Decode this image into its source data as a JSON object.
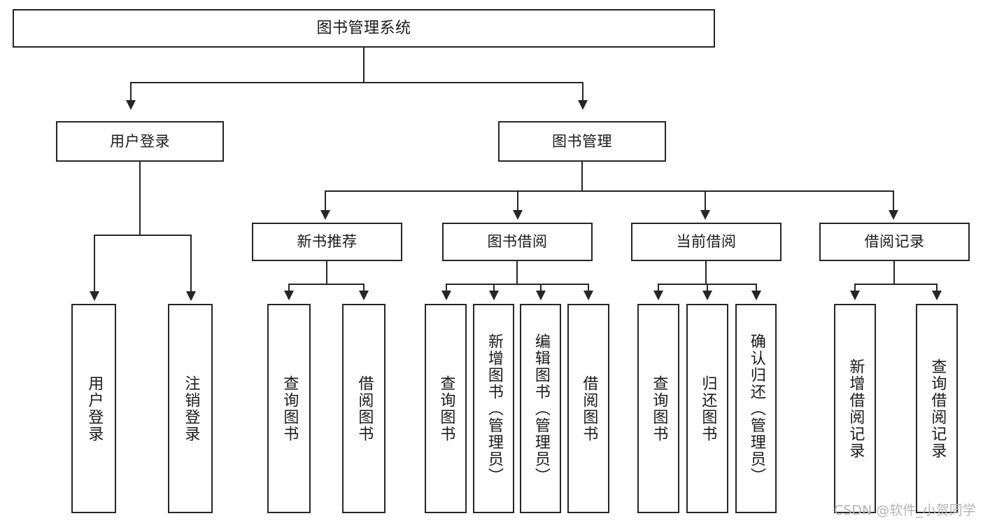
{
  "diagram": {
    "type": "tree-hierarchy-chart",
    "title": "图书管理系统",
    "watermark": "CSDN @软件_小贺同学",
    "colors": {
      "stroke": "#262626",
      "fill": "#ffffff",
      "text": "#1a1a1a",
      "watermark": "#b4b4b4"
    },
    "levels": {
      "root": {
        "label": "图书管理系统"
      },
      "level2": [
        {
          "id": "user-login",
          "label": "用户登录"
        },
        {
          "id": "book-manage",
          "label": "图书管理"
        }
      ],
      "level3": [
        {
          "id": "new-book-rec",
          "label": "新书推荐",
          "parent": "book-manage"
        },
        {
          "id": "book-borrow",
          "label": "图书借阅",
          "parent": "book-manage"
        },
        {
          "id": "current-borrow",
          "label": "当前借阅",
          "parent": "book-manage"
        },
        {
          "id": "borrow-record",
          "label": "借阅记录",
          "parent": "book-manage"
        }
      ],
      "leaves": [
        {
          "id": "leaf-user-login",
          "label": "用户登录",
          "parent": "user-login"
        },
        {
          "id": "leaf-logout",
          "label": "注销登录",
          "parent": "user-login"
        },
        {
          "id": "leaf-query-book-1",
          "label": "查询图书",
          "parent": "new-book-rec"
        },
        {
          "id": "leaf-borrow-book-1",
          "label": "借阅图书",
          "parent": "new-book-rec"
        },
        {
          "id": "leaf-query-book-2",
          "label": "查询图书",
          "parent": "book-borrow"
        },
        {
          "id": "leaf-add-book",
          "label": "新增图书（管理员）",
          "parent": "book-borrow"
        },
        {
          "id": "leaf-edit-book",
          "label": "编辑图书（管理员）",
          "parent": "book-borrow"
        },
        {
          "id": "leaf-borrow-book-2",
          "label": "借阅图书",
          "parent": "book-borrow"
        },
        {
          "id": "leaf-query-book-3",
          "label": "查询图书",
          "parent": "current-borrow"
        },
        {
          "id": "leaf-return-book",
          "label": "归还图书",
          "parent": "current-borrow"
        },
        {
          "id": "leaf-confirm-return",
          "label": "确认归还（管理员）",
          "parent": "current-borrow"
        },
        {
          "id": "leaf-add-record",
          "label": "新增借阅记录",
          "parent": "borrow-record"
        },
        {
          "id": "leaf-query-record",
          "label": "查询借阅记录",
          "parent": "borrow-record"
        }
      ]
    }
  }
}
